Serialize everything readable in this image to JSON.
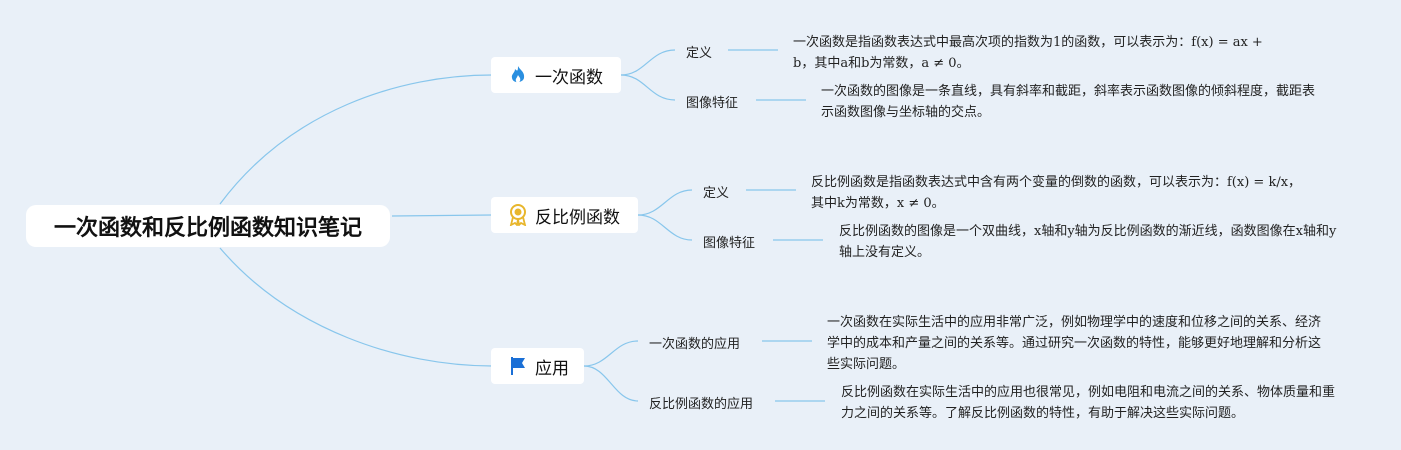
{
  "root": {
    "title": "一次函数和反比例函数知识笔记"
  },
  "branches": [
    {
      "label": "一次函数",
      "icon": "fire-icon",
      "children": [
        {
          "label": "定义",
          "desc": "一次函数是指函数表达式中最高次项的指数为1的函数，可以表示为：f(x) = ax + b，其中a和b为常数，a ≠ 0。"
        },
        {
          "label": "图像特征",
          "desc": "一次函数的图像是一条直线，具有斜率和截距，斜率表示函数图像的倾斜程度，截距表示函数图像与坐标轴的交点。"
        }
      ]
    },
    {
      "label": "反比例函数",
      "icon": "medal-icon",
      "children": [
        {
          "label": "定义",
          "desc": "反比例函数是指函数表达式中含有两个变量的倒数的函数，可以表示为：f(x) = k/x，其中k为常数，x ≠ 0。"
        },
        {
          "label": "图像特征",
          "desc": "反比例函数的图像是一个双曲线，x轴和y轴为反比例函数的渐近线，函数图像在x轴和y轴上没有定义。"
        }
      ]
    },
    {
      "label": "应用",
      "icon": "flag-icon",
      "children": [
        {
          "label": "一次函数的应用",
          "desc": "一次函数在实际生活中的应用非常广泛，例如物理学中的速度和位移之间的关系、经济学中的成本和产量之间的关系等。通过研究一次函数的特性，能够更好地理解和分析这些实际问题。"
        },
        {
          "label": "反比例函数的应用",
          "desc": "反比例函数在实际生活中的应用也很常见，例如电阻和电流之间的关系、物体质量和重力之间的关系等。了解反比例函数的特性，有助于解决这些实际问题。"
        }
      ]
    }
  ],
  "colors": {
    "background": "#e9f0f8",
    "line": "#7fc3ea",
    "fire": "#2a8fe0",
    "medal": "#e8b62c",
    "flag": "#1a6fd6"
  }
}
